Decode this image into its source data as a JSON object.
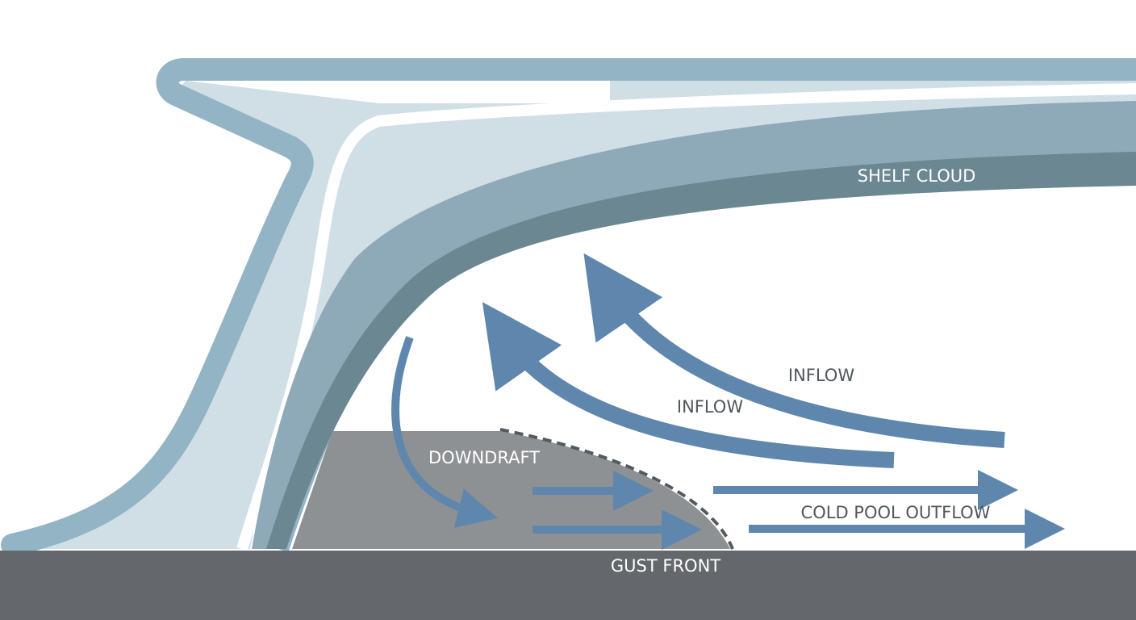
{
  "labels": {
    "shelf_cloud": "SHELF CLOUD",
    "inflow_upper": "INFLOW",
    "inflow_lower": "INFLOW",
    "downdraft": "DOWNDRAFT",
    "cold_pool_outflow": "COLD POOL OUTFLOW",
    "gust_front": "GUST FRONT"
  },
  "colors": {
    "background": "#ffffff",
    "ground": "#64686c",
    "cloud_outline": "#93b4c4",
    "cloud_fill": "#d0dfe6",
    "shelf_band_light": "#8eaab8",
    "shelf_band_dark": "#6a8792",
    "cold_pool": "#8e9194",
    "arrow": "#5f87ad",
    "gust_front_line": "#555a5e"
  }
}
